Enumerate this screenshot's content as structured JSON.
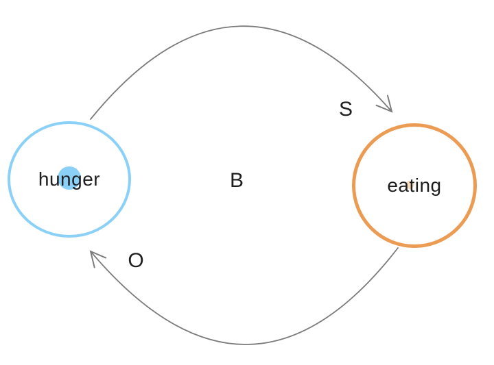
{
  "colors": {
    "node-blue": "#8BD1F7",
    "node-orange": "#EC9B53",
    "arrow-gray": "#7B7B7B",
    "dot-orange": "#F6DDC2",
    "text": "#1E1E1E",
    "background": "#FFFFFF"
  },
  "nodes": {
    "hunger": {
      "label": "hunger"
    },
    "eating": {
      "label": "eating"
    }
  },
  "loop_labels": {
    "behavior": "B",
    "stimulus": "S",
    "outcome": "O"
  },
  "edges": [
    {
      "from": "hunger",
      "to": "eating",
      "position": "top",
      "label": "S"
    },
    {
      "from": "eating",
      "to": "hunger",
      "position": "bottom",
      "label": "O"
    }
  ]
}
